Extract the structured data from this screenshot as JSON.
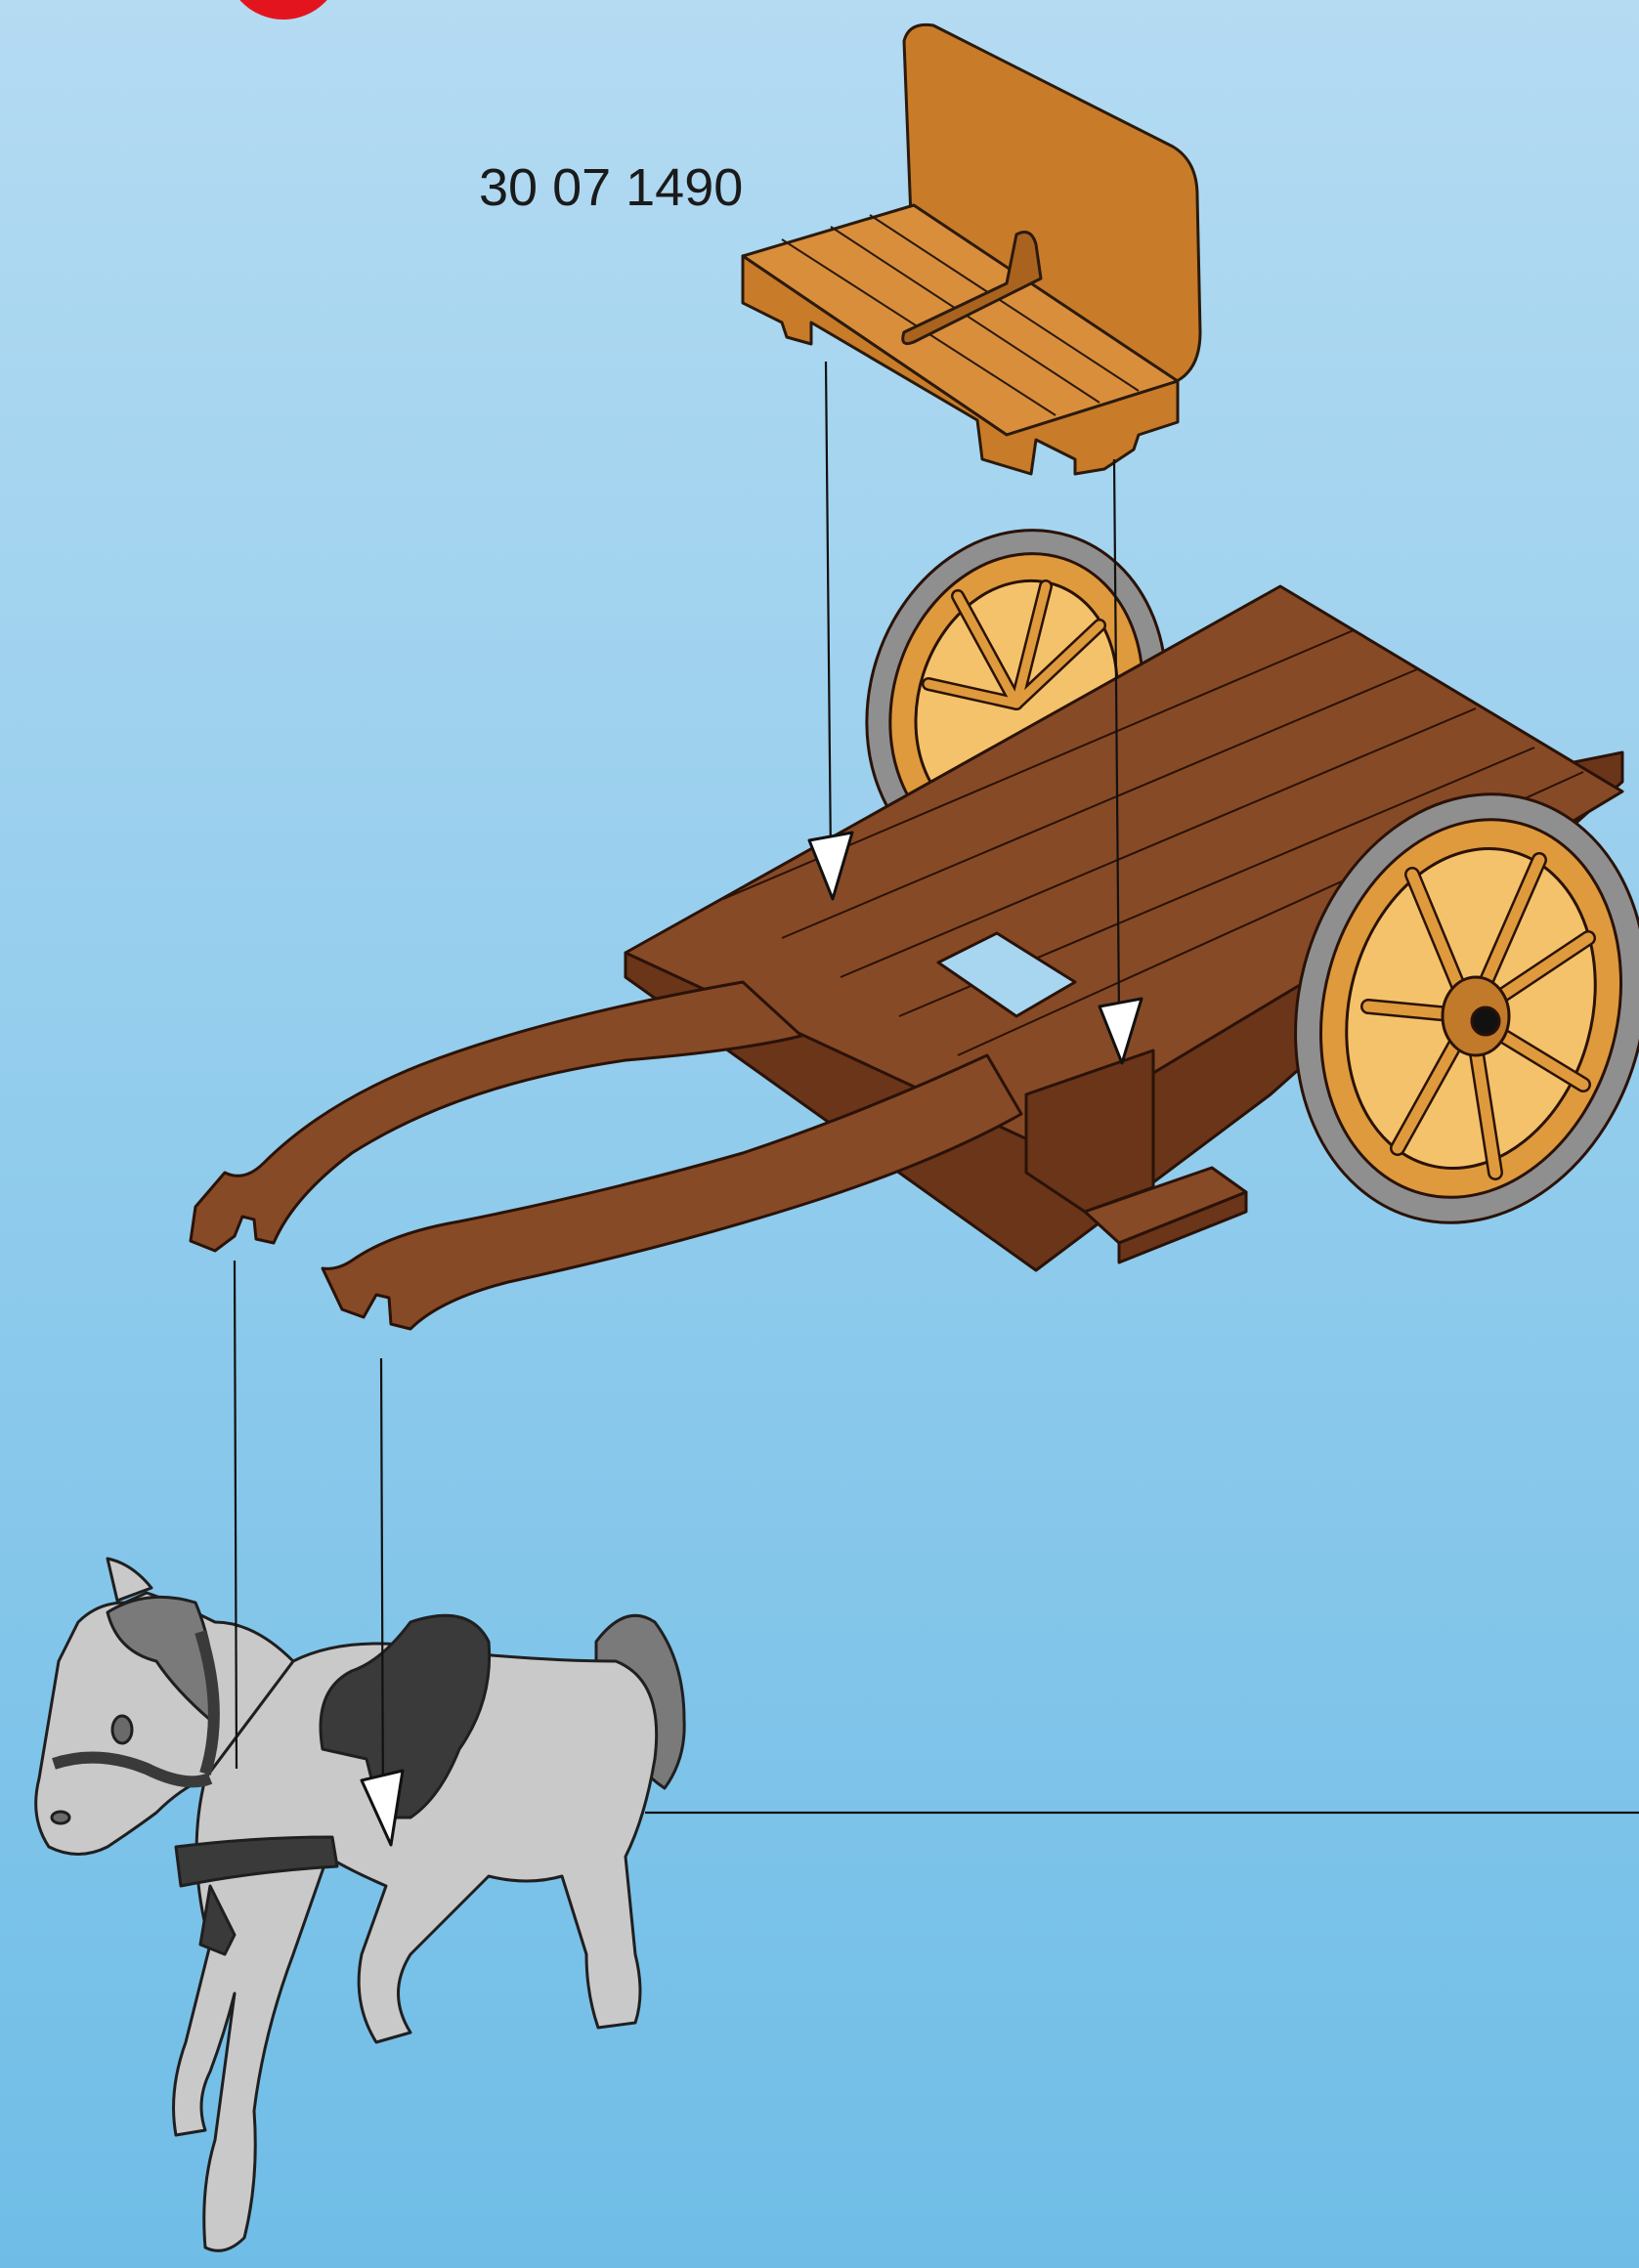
{
  "diagram": {
    "part_number": "30 07 1490",
    "parts": [
      "seat-bench",
      "cart",
      "horse"
    ],
    "colors": {
      "background_top": "#b4dbf2",
      "background_bottom": "#6fbde7",
      "seat_orange": "#c87b29",
      "cart_brown": "#874a26",
      "wheel_orange": "#de9a3c",
      "wheel_rim": "#8f8f8f",
      "horse_grey": "#c9c9c9",
      "tack_dark": "#3a3a3a",
      "step_badge": "#e3141e"
    }
  }
}
